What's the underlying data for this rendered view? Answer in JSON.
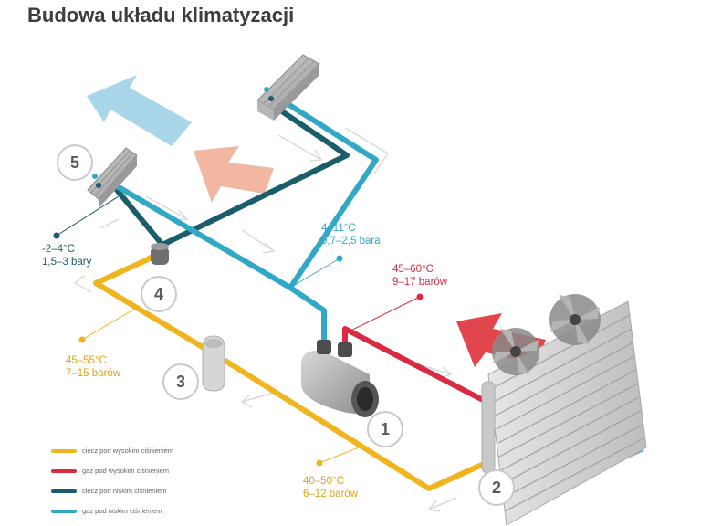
{
  "title": "Budowa układu klimatyzacji",
  "colors": {
    "liquid_high": "#f2b41e",
    "gas_high": "#d92b43",
    "liquid_low": "#1a5e6b",
    "gas_low": "#31a9c6",
    "flow_in": "#6eb6d6",
    "flow_out_light": "#a9d6e8",
    "flow_warm": "#f2b7a2",
    "flow_hot": "#e0464c"
  },
  "labels": {
    "low_liquid": {
      "temp": "-2–4°C",
      "pressure": "1,5–3 bary"
    },
    "low_gas": {
      "temp": "4–11°C",
      "pressure": "0,7–2,5 bara"
    },
    "high_gas": {
      "temp": "45–60°C",
      "pressure": "9–17 barów"
    },
    "high_liquid_mid": {
      "temp": "45–55°C",
      "pressure": "7–15 barów"
    },
    "high_liquid_bottom": {
      "temp": "40–50°C",
      "pressure": "6–12 barów"
    }
  },
  "component_numbers": [
    "1",
    "2",
    "3",
    "4",
    "5"
  ],
  "legend": [
    {
      "text": "ciecz pod wysokim ciśnieniem",
      "color": "#f2b41e"
    },
    {
      "text": "gaz pod wysokim ciśnieniem",
      "color": "#d92b43"
    },
    {
      "text": "ciecz pod niskim ciśnieniem",
      "color": "#1a5e6b"
    },
    {
      "text": "gaz pod niskim ciśnieniem",
      "color": "#31a9c6"
    }
  ],
  "icons": [
    "evaporator-icon",
    "compressor-icon",
    "condenser-icon",
    "fan-icon",
    "receiver-drier-icon",
    "expansion-valve-icon",
    "airflow-arrow-icon"
  ]
}
